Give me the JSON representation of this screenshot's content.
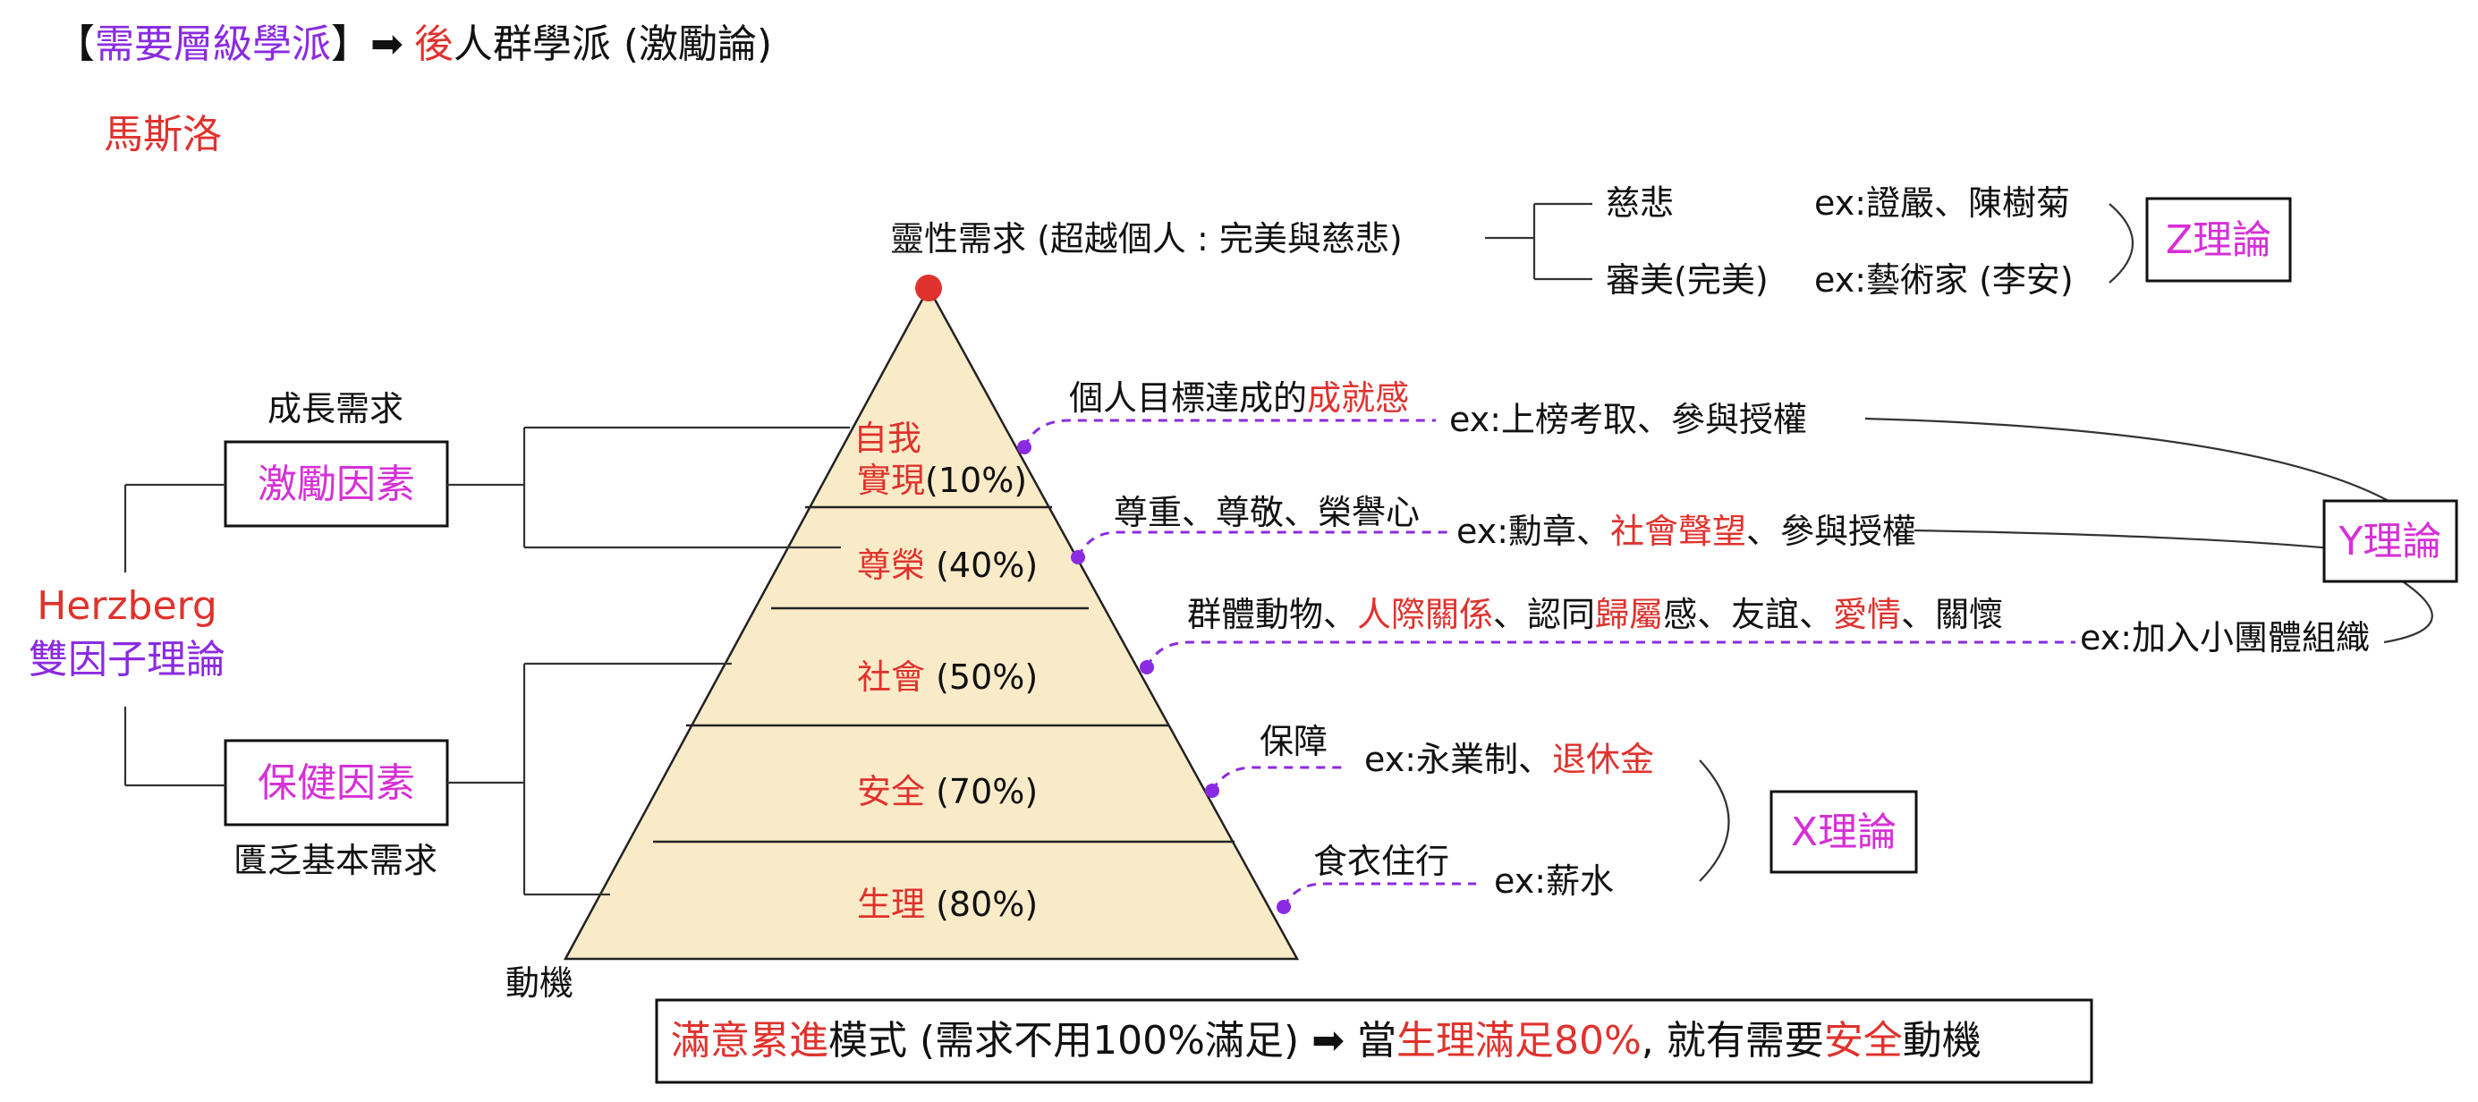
{
  "header": {
    "bracket_open": "【",
    "school": "需要層級學派",
    "bracket_close": "】",
    "arrow": "➡",
    "hou": "後",
    "rest": "人群學派 (激勵論)"
  },
  "maslow": "馬斯洛",
  "spiritual": "靈性需求 (超越個人 : 完美與慈悲)",
  "z_branch": {
    "cibei": "慈悲",
    "cibei_ex": "ex:證嚴、陳樹菊",
    "shenmei": "審美(完美)",
    "shenmei_ex": "ex:藝術家 (李安)",
    "theory": "Z理論"
  },
  "pyramid": {
    "level5_a": "自我",
    "level5_b": "實現",
    "level5_pct": "(10%)",
    "level4": "尊榮",
    "level4_pct": " (40%)",
    "level3": "社會",
    "level3_pct": " (50%)",
    "level2": "安全",
    "level2_pct": " (70%)",
    "level1": "生理",
    "level1_pct": " (80%)",
    "motive": "動機"
  },
  "desc": {
    "l5_a": "個人目標達成的",
    "l5_b": "成就感",
    "l5_ex": "ex:上榜考取、參與授權",
    "l4": "尊重、尊敬、榮譽心",
    "l4_ex_a": "ex:勳章、",
    "l4_ex_b": "社會聲望",
    "l4_ex_c": "、參與授權",
    "l3_a": "群體動物、",
    "l3_b": "人際關係",
    "l3_c": "、認同",
    "l3_d": "歸屬",
    "l3_e": "感、友誼、",
    "l3_f": "愛情",
    "l3_g": "、關懷",
    "l3_ex": "ex:加入小團體組織",
    "l2": "保障",
    "l2_ex_a": "ex:永業制、",
    "l2_ex_b": "退休金",
    "l1": "食衣住行",
    "l1_ex": "ex:薪水"
  },
  "theories": {
    "y": "Y理論",
    "x": "X理論"
  },
  "herzberg": {
    "growth": "成長需求",
    "motivator": "激勵因素",
    "name": "Herzberg",
    "theory": "雙因子理論",
    "hygiene": "保健因素",
    "lack": "匱乏基本需求"
  },
  "bottom": {
    "a": "滿意累進",
    "b": "模式 (需求不用100%滿足)  ➡ 當",
    "c": "生理滿足80%",
    "d": ", 就有需要",
    "e": "安全",
    "f": "動機"
  },
  "colors": {
    "red": "#e0322d",
    "purple": "#8a2be2",
    "magenta": "#d630d6",
    "pyramid_fill": "#faebc8"
  }
}
